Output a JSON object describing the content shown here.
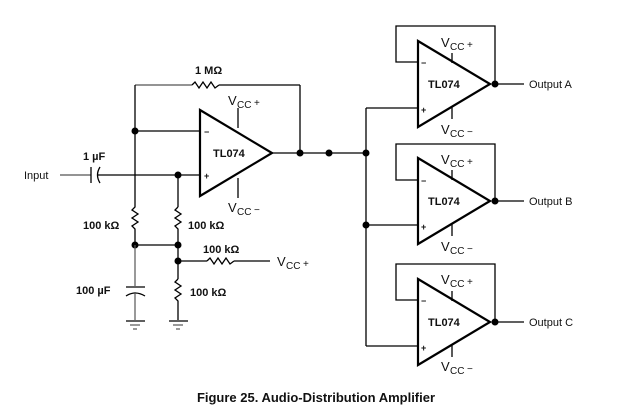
{
  "figure": {
    "caption": "Figure 25. Audio-Distribution Amplifier"
  },
  "input": {
    "label": "Input"
  },
  "components": {
    "input_capacitor": "1 µF",
    "feedback_resistor": "1 MΩ",
    "r_inv_to_ground": "100 kΩ",
    "r_noninv_bias": "100 kΩ",
    "r_to_vcc": "100 kΩ",
    "r_bottom": "100 kΩ",
    "bypass_capacitor": "100 µF"
  },
  "supply": {
    "vcc": "V",
    "sub": "CC",
    "plus": "+",
    "minus": "−"
  },
  "amplifiers": [
    {
      "id": "u1",
      "part": "TL074",
      "inv": "−",
      "noninv": "+"
    },
    {
      "id": "u2",
      "part": "TL074",
      "inv": "−",
      "noninv": "+",
      "output": "Output A"
    },
    {
      "id": "u3",
      "part": "TL074",
      "inv": "−",
      "noninv": "+",
      "output": "Output B"
    },
    {
      "id": "u4",
      "part": "TL074",
      "inv": "−",
      "noninv": "+",
      "output": "Output C"
    }
  ]
}
